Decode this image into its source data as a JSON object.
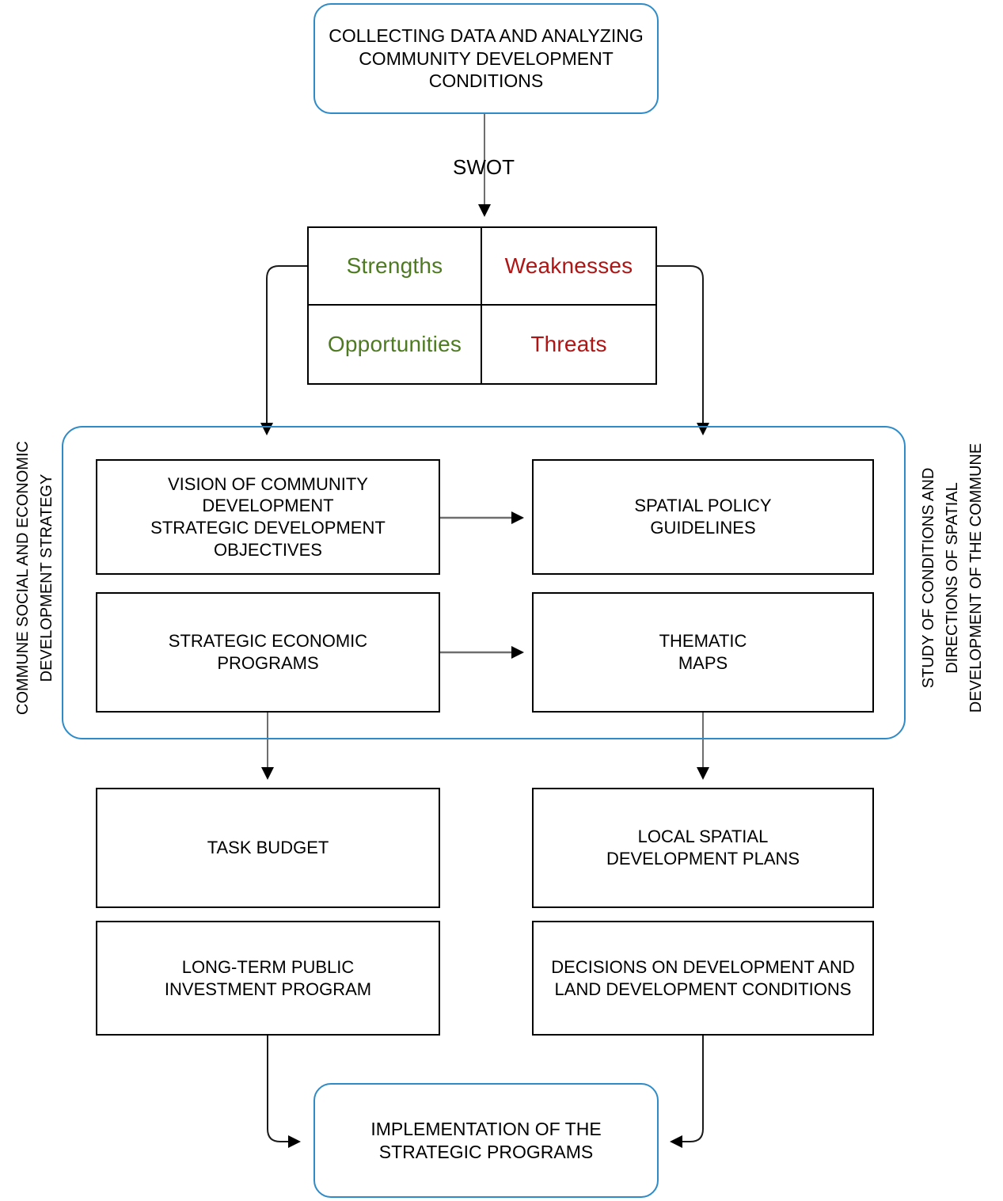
{
  "diagram": {
    "title_top": "COLLECTING DATA AND ANALYZING COMMUNITY DEVELOPMENT CONDITIONS",
    "top_node": {
      "lines": [
        "COLLECTING DATA AND ANALYZING",
        "COMMUNITY DEVELOPMENT",
        "CONDITIONS"
      ]
    },
    "swot_label": "SWOT",
    "swot": {
      "strengths": "Strengths",
      "weaknesses": "Weaknesses",
      "opportunities": "Opportunities",
      "threats": "Threats",
      "positive_color": "#4E7B22",
      "negative_color": "#B01515"
    },
    "side_labels": {
      "left": {
        "line1": "COMMUNE SOCIAL AND ECONOMIC",
        "line2": "DEVELOPMENT STRATEGY"
      },
      "right": {
        "line1": "STUDY OF CONDITIONS AND",
        "line2": "DIRECTIONS OF SPATIAL",
        "line3": "DEVELOPMENT OF THE COMMUNE"
      }
    },
    "nodes": {
      "vision": {
        "line1": "VISION OF COMMUNITY",
        "line2": "DEVELOPMENT",
        "line3": "STRATEGIC DEVELOPMENT",
        "line4": "OBJECTIVES"
      },
      "spatial_policy": {
        "line1": "SPATIAL POLICY",
        "line2": "GUIDELINES"
      },
      "strategic_programs": {
        "line1": "STRATEGIC ECONOMIC",
        "line2": "PROGRAMS"
      },
      "thematic_maps": {
        "line1": "THEMATIC",
        "line2": "MAPS"
      },
      "task_budget": {
        "line1": "TASK BUDGET"
      },
      "local_plans": {
        "line1": "LOCAL SPATIAL",
        "line2": "DEVELOPMENT PLANS"
      },
      "investment_program": {
        "line1": "LONG-TERM PUBLIC",
        "line2": "INVESTMENT PROGRAM"
      },
      "decisions": {
        "line1": "DECISIONS ON DEVELOPMENT AND",
        "line2": "LAND DEVELOPMENT CONDITIONS"
      },
      "implementation": {
        "line1": "IMPLEMENTATION OF THE",
        "line2": "STRATEGIC PROGRAMS"
      }
    },
    "colors": {
      "accent_blue": "#2E8BC8",
      "outline_black": "#000000",
      "connector_gray": "#6E6E6E"
    }
  }
}
